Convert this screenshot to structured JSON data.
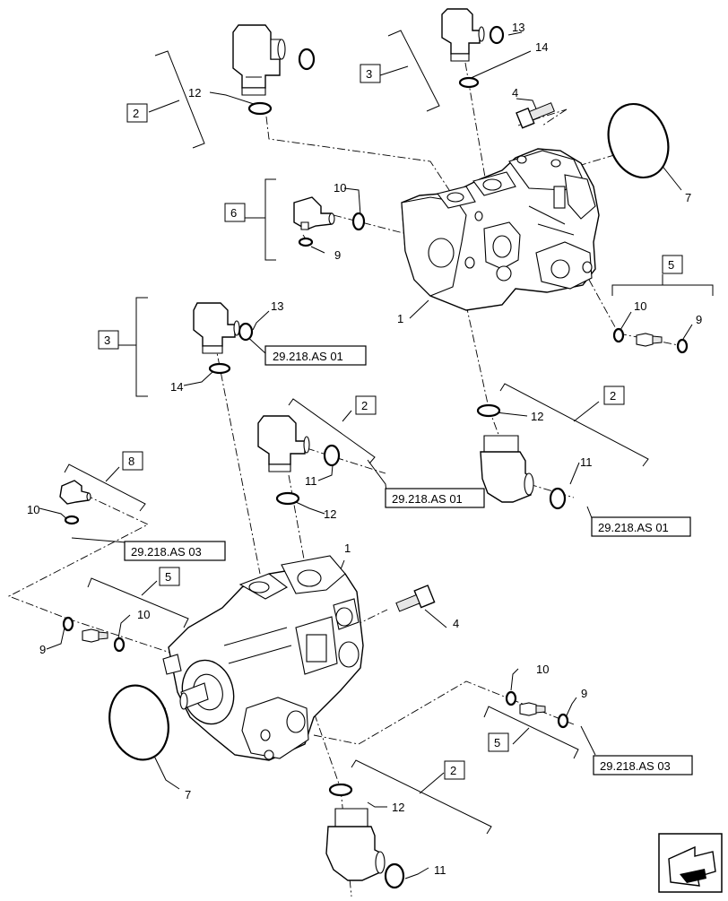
{
  "diagram": {
    "callouts": {
      "c1a": "1",
      "c1b": "1",
      "c2a": "2",
      "c2b": "2",
      "c2c": "2",
      "c2d": "2",
      "c3a": "3",
      "c3b": "3",
      "c4a": "4",
      "c4b": "4",
      "c5a": "5",
      "c5b": "5",
      "c5c": "5",
      "c6": "6",
      "c7a": "7",
      "c7b": "7",
      "c8": "8",
      "c9a": "9",
      "c9b": "9",
      "c9c": "9",
      "c9d": "9",
      "c10a": "10",
      "c10b": "10",
      "c10c": "10",
      "c10d": "10",
      "c10e": "10",
      "c11a": "11",
      "c11b": "11",
      "c11c": "11",
      "c12a": "12",
      "c12b": "12",
      "c12c": "12",
      "c12d": "12",
      "c13a": "13",
      "c13b": "13",
      "c14a": "14",
      "c14b": "14"
    },
    "references": {
      "r1": "29.218.AS 01",
      "r2": "29.218.AS 01",
      "r3": "29.218.AS 01",
      "r4": "29.218.AS 03",
      "r5": "29.218.AS 03"
    },
    "nav_icon": "arrow-next-icon"
  }
}
